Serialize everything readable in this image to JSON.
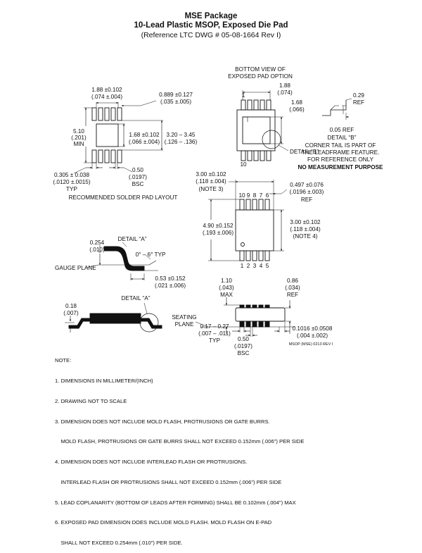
{
  "title": "MSE Package",
  "subtitle": "10-Lead Plastic MSOP, Exposed Die Pad",
  "reference": "(Reference LTC DWG # 05-08-1664 Rev I)",
  "solder_pad": {
    "dim_pitch_1": "1.88 ±0.102",
    "dim_pitch_2": "(.074 ±.004)",
    "dim_edge_1": "0.889 ±0.127",
    "dim_edge_2": "(.035 ±.005)",
    "dim_height_1": "5.10",
    "dim_height_2": "(.201)",
    "dim_height_3": "MIN",
    "dim_pad_1": "1.68 ±0.102",
    "dim_pad_2": "(.066 ±.004)",
    "dim_body_1": "3.20 – 3.45",
    "dim_body_2": "(.126 – .136)",
    "dim_width_1": "0.305 ± 0.038",
    "dim_width_2": "(.0120 ±.0015)",
    "dim_width_3": "TYP",
    "dim_bsc_1": "0.50",
    "dim_bsc_2": "(.0197)",
    "dim_bsc_3": "BSC",
    "caption": "RECOMMENDED SOLDER PAD LAYOUT"
  },
  "bottom_view": {
    "caption_1": "BOTTOM VIEW OF",
    "caption_2": "EXPOSED PAD OPTION",
    "dim_a_1": "1.88",
    "dim_a_2": "(.074)",
    "dim_b_1": "1.68",
    "dim_b_2": "(.066)",
    "pin_1": "1",
    "pin_10": "10",
    "detail_b": "DETAIL “B”",
    "ref_1": "0.29",
    "ref_2": "REF",
    "ref_3": "0.05 REF",
    "detail_b_title": "DETAIL “B”",
    "corner_1": "CORNER TAIL IS PART OF",
    "corner_2": "THE LEADFRAME FEATURE.",
    "corner_3": "FOR REFERENCE ONLY",
    "corner_4": "NO MEASUREMENT PURPOSE"
  },
  "top_view": {
    "dim_w_1": "3.00 ±0.102",
    "dim_w_2": "(.118 ±.004)",
    "dim_w_3": "(NOTE 3)",
    "top_pins": [
      "10",
      "9",
      "8",
      "7",
      "6"
    ],
    "bottom_pins": [
      "1",
      "2",
      "3",
      "4",
      "5"
    ],
    "dim_lead_1": "0.497 ±0.076",
    "dim_lead_2": "(.0196 ±.003)",
    "dim_lead_3": "REF",
    "dim_h_1": "4.90 ±0.152",
    "dim_h_2": "(.193 ±.006)",
    "dim_body_1": "3.00 ±0.102",
    "dim_body_2": "(.118 ±.004)",
    "dim_body_3": "(NOTE 4)"
  },
  "detail_a": {
    "dim_1": "0.254",
    "dim_2": "(.010)",
    "label": "DETAIL “A”",
    "angle": "0° – 6° TYP",
    "gauge": "GAUGE PLANE",
    "foot_1": "0.53 ±0.152",
    "foot_2": "(.021 ±.006)"
  },
  "side_left": {
    "dim_1": "0.18",
    "dim_2": "(.007)",
    "label": "DETAIL “A”"
  },
  "side_right": {
    "max_1": "1.10",
    "max_2": "(.043)",
    "max_3": "MAX",
    "ref_1": "0.86",
    "ref_2": "(.034)",
    "ref_3": "REF",
    "seating_1": "SEATING",
    "seating_2": "PLANE",
    "lead_1": "0.17 – 0.27",
    "lead_2": "(.007 – .011)",
    "lead_3": "TYP",
    "bsc_1": "0.50",
    "bsc_2": "(.0197)",
    "bsc_3": "BSC",
    "stand_1": "0.1016 ±0.0508",
    "stand_2": "(.004 ±.002)",
    "code": "MSOP (MSE) 0213 REV I"
  },
  "notes": {
    "heading": "NOTE:",
    "lines": [
      "1. DIMENSIONS IN MILLIMETER/(INCH)",
      "2. DRAWING NOT TO SCALE",
      "3. DIMENSION DOES NOT INCLUDE MOLD FLASH, PROTRUSIONS OR GATE BURRS.",
      "    MOLD FLASH, PROTRUSIONS OR GATE BURRS SHALL NOT EXCEED 0.152mm (.006\") PER SIDE",
      "4. DIMENSION DOES NOT INCLUDE INTERLEAD FLASH OR PROTRUSIONS.",
      "    INTERLEAD FLASH OR PROTRUSIONS SHALL NOT EXCEED 0.152mm (.006\") PER SIDE",
      "5. LEAD COPLANARITY (BOTTOM OF LEADS AFTER FORMING) SHALL BE 0.102mm (.004\") MAX",
      "6. EXPOSED PAD DIMENSION DOES INCLUDE MOLD FLASH. MOLD FLASH ON E-PAD",
      "    SHALL NOT EXCEED 0.254mm (.010\") PER SIDE."
    ]
  }
}
